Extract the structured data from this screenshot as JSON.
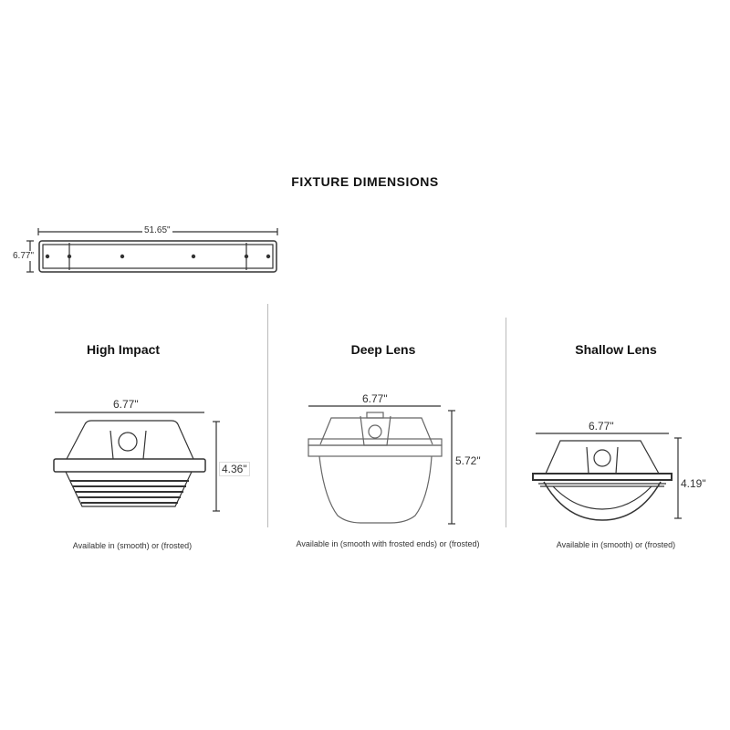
{
  "title": "FIXTURE DIMENSIONS",
  "top_view": {
    "length": "51.65\"",
    "width": "6.77\""
  },
  "sections": [
    {
      "name": "High Impact",
      "width": "6.77\"",
      "height": "4.36\"",
      "caption": "Available in (smooth) or (frosted)"
    },
    {
      "name": "Deep Lens",
      "width": "6.77\"",
      "height": "5.72\"",
      "caption": "Available in (smooth with frosted ends) or (frosted)"
    },
    {
      "name": "Shallow Lens",
      "width": "6.77\"",
      "height": "4.19\"",
      "caption": "Available in (smooth) or (frosted)"
    }
  ]
}
